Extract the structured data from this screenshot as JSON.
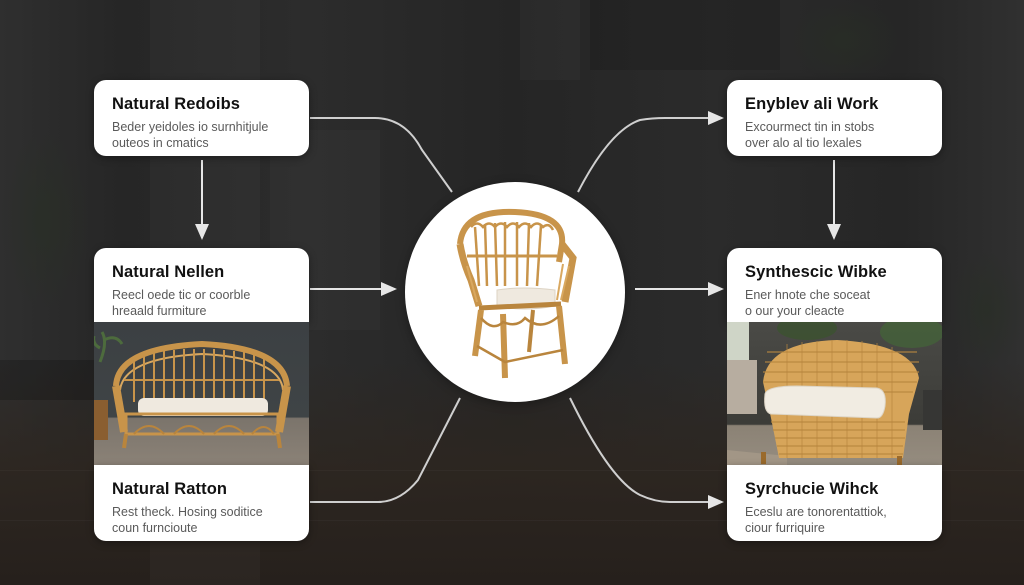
{
  "diagram": {
    "center": {
      "label": "rattan-armchair-image",
      "image": "rattan chair with white cushion"
    },
    "left": [
      {
        "title": "Natural Redoibs",
        "description_line1": "Beder yeidoles io surnhitjule",
        "description_line2": "outeos in cmatics"
      },
      {
        "title": "Natural Nellen",
        "description_line1": "Reecl oede tic or coorble",
        "description_line2": "hreaald furmiture"
      },
      {
        "title": "Natural Ratton",
        "description_line1": "Rest theck. Hosing soditice",
        "description_line2": "coun furncioute"
      }
    ],
    "right": [
      {
        "title": "Enyblev ali Work",
        "description_line1": "Excourmect tin in stobs",
        "description_line2": "over alo al tio lexales"
      },
      {
        "title": "Synthescic Wibke",
        "description_line1": "Ener hnote che soceat",
        "description_line2": "o our your cleacte"
      },
      {
        "title": "Syrchucie Wihck",
        "description_line1": "Eceslu are tonorentattiok,",
        "description_line2": "ciour furriquire"
      }
    ],
    "images": {
      "left": "rattan loveseat with white cushion",
      "right": "wicker loveseat with white cushion"
    }
  },
  "colors": {
    "background": "#2a2a2a",
    "card": "#ffffff",
    "title": "#111111",
    "description": "#5a5a5a",
    "arrow": "#d8d8d8",
    "rattan": "#c8944a",
    "rattan_dark": "#9a6a2c",
    "cushion": "#efe9df"
  }
}
